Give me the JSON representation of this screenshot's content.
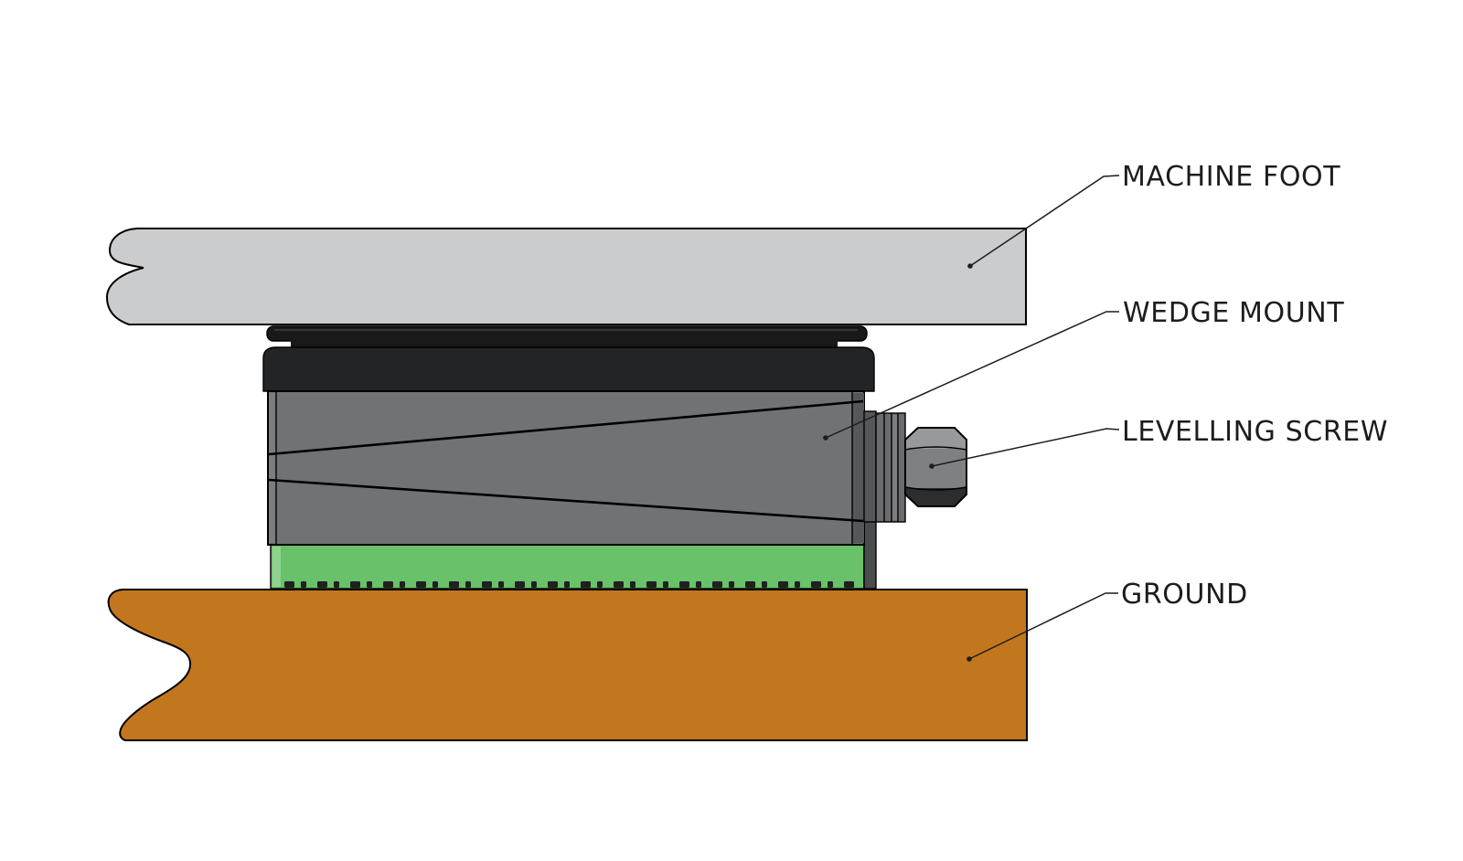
{
  "diagram": {
    "type": "engineering-callout-diagram",
    "subject": "wedge mount installed between a machine foot and the ground",
    "labels": {
      "machine_foot": "MACHINE FOOT",
      "wedge_mount": "WEDGE MOUNT",
      "levelling_screw": "LEVELLING SCREW",
      "ground": "GROUND"
    }
  },
  "colors": {
    "background": "#ffffff",
    "machine_foot": "#cbcccd",
    "mount_cap": "#232426",
    "mount_cap_dark": "#19191a",
    "mount_body": "#717274",
    "mount_body_light": "#7b7c7e",
    "mount_flange": "#565759",
    "mount_flange_dark": "#4b4c4e",
    "collar": "#6b6c6e",
    "collar_light": "#7d7e80",
    "base_plate_green": "#69c169",
    "base_plate_light": "#90d18f",
    "teeth": "#1f2021",
    "ground": "#c2771e",
    "nut_top": "#98999b",
    "nut_mid": "#7f8082",
    "nut_bottom": "#2c2d2e",
    "outline": "#000000",
    "label_text": "#1d1d1d"
  }
}
